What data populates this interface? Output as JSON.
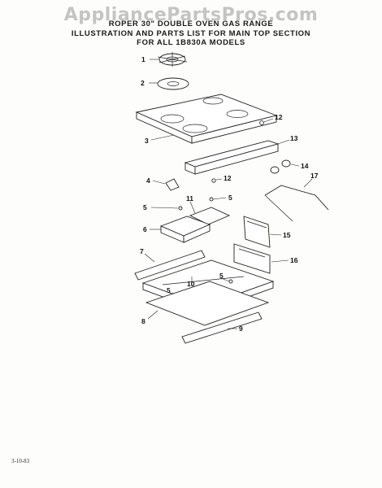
{
  "watermark": "AppliancePartsPros.com",
  "title": {
    "line1": "ROPER 30\" DOUBLE OVEN GAS RANGE",
    "line2": "ILLUSTRATION AND PARTS LIST FOR MAIN TOP SECTION",
    "line3": "FOR ALL 1B830A MODELS"
  },
  "callouts": [
    {
      "id": "1",
      "label": "1"
    },
    {
      "id": "2",
      "label": "2"
    },
    {
      "id": "3",
      "label": "3"
    },
    {
      "id": "4",
      "label": "4"
    },
    {
      "id": "5a",
      "label": "5"
    },
    {
      "id": "5b",
      "label": "5"
    },
    {
      "id": "5c",
      "label": "5"
    },
    {
      "id": "5d",
      "label": "5"
    },
    {
      "id": "6",
      "label": "6"
    },
    {
      "id": "7",
      "label": "7"
    },
    {
      "id": "8",
      "label": "8"
    },
    {
      "id": "9",
      "label": "9"
    },
    {
      "id": "10",
      "label": "10"
    },
    {
      "id": "11",
      "label": "11"
    },
    {
      "id": "12a",
      "label": "12"
    },
    {
      "id": "12b",
      "label": "12"
    },
    {
      "id": "13",
      "label": "13"
    },
    {
      "id": "14",
      "label": "14"
    },
    {
      "id": "15",
      "label": "15"
    },
    {
      "id": "16",
      "label": "16"
    },
    {
      "id": "17",
      "label": "17"
    }
  ],
  "footer": "3-10-83"
}
